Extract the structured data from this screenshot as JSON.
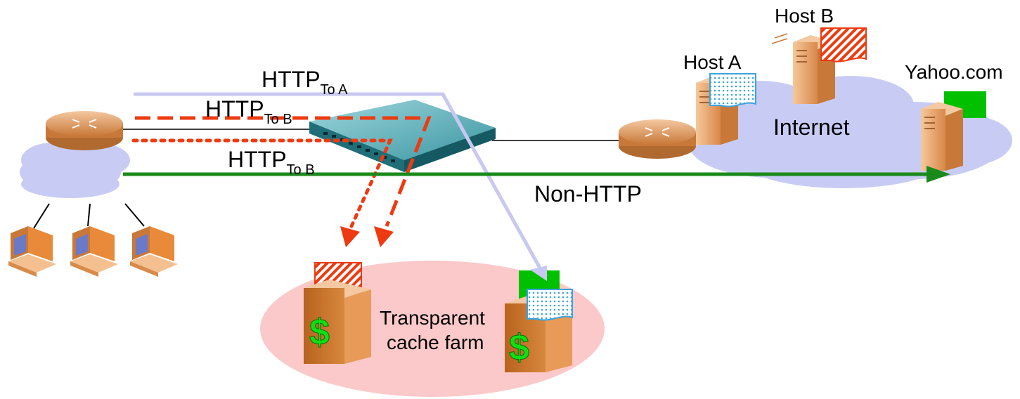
{
  "labels": {
    "http_a_main": "HTTP",
    "http_a_sub": "To A",
    "http_b1_main": "HTTP",
    "http_b1_sub": "To B",
    "http_b2_main": "HTTP",
    "http_b2_sub": "To B",
    "non_http": "Non-HTTP",
    "host_a": "Host A",
    "host_b": "Host B",
    "yahoo": "Yahoo.com",
    "internet": "Internet",
    "cache_line1": "Transparent",
    "cache_line2": "cache farm"
  },
  "colors": {
    "green_flow": "#1a8a1a",
    "red_flow": "#ee3a10",
    "lavender_flow": "#c8c8f0",
    "cloud": "#c8ccf4",
    "cache_ellipse": "#fbc9c9",
    "server_orange": "#e8a060",
    "switch_teal": "#2a8c98"
  },
  "icons": {
    "router": "router-icon",
    "switch": "switch-icon",
    "server": "server-icon",
    "workstation": "workstation-icon",
    "cache": "cache-server-icon"
  }
}
